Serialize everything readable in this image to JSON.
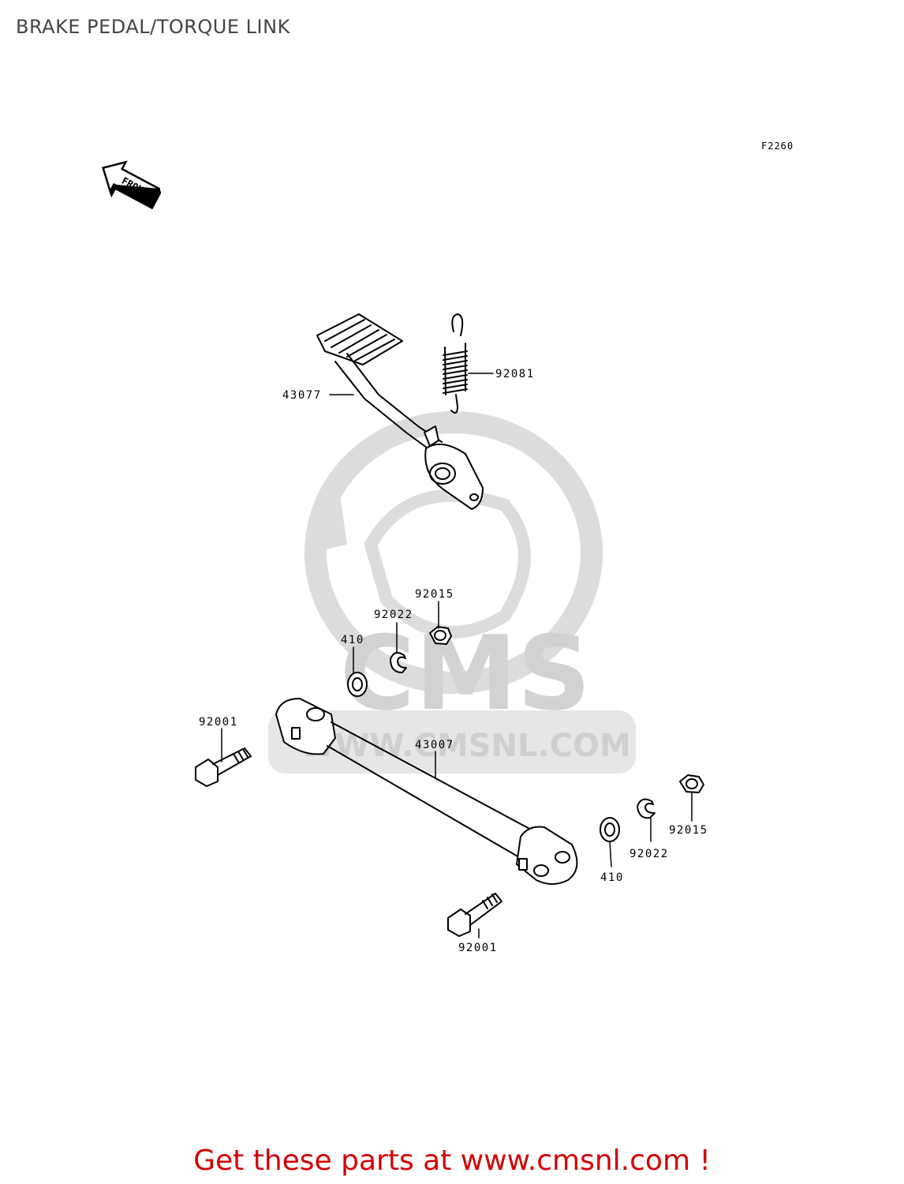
{
  "header": {
    "title": "BRAKE PEDAL/TORQUE LINK",
    "figure_code": "F2260"
  },
  "front_marker": {
    "label": "FRONT",
    "icon": "front-arrow-icon"
  },
  "watermark": {
    "brand": "CMS",
    "site": "WWW.CMSNL.COM"
  },
  "parts": {
    "brake_pedal": "43077",
    "spring": "92081",
    "nut_upper": "92015",
    "lock_washer_upper": "92022",
    "washer_upper": "410",
    "bolt_left": "92001",
    "torque_link": "43007",
    "nut_lower": "92015",
    "lock_washer_lower": "92022",
    "washer_lower": "410",
    "bolt_bottom": "92001"
  },
  "footer": {
    "cta": "Get these parts at www.cmsnl.com !"
  },
  "colors": {
    "line": "#000000",
    "watermark": "#dcdcdc",
    "cta": "#d40000",
    "title": "#444444"
  }
}
